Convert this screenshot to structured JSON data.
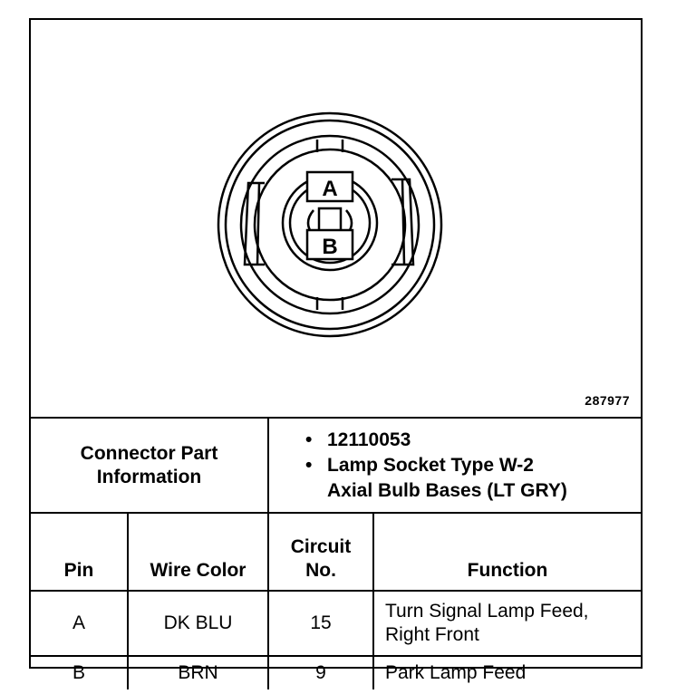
{
  "figure_number": "287977",
  "diagram": {
    "pin_labels": [
      "A",
      "B"
    ]
  },
  "connector_info": {
    "label_line1": "Connector Part",
    "label_line2": "Information",
    "items": [
      {
        "bullet": "•",
        "text": "12110053"
      },
      {
        "bullet": "•",
        "text": "Lamp Socket Type W-2",
        "text2": "Axial Bulb Bases (LT GRY)"
      }
    ]
  },
  "table": {
    "headers": {
      "pin": "Pin",
      "wire_color": "Wire Color",
      "circuit_line1": "Circuit",
      "circuit_line2": "No.",
      "function": "Function"
    },
    "rows": [
      {
        "pin": "A",
        "wire_color": "DK BLU",
        "circuit": "15",
        "function_line1": "Turn Signal Lamp Feed,",
        "function_line2": "Right Front"
      },
      {
        "pin": "B",
        "wire_color": "BRN",
        "circuit": "9",
        "function_line1": "Park Lamp Feed",
        "function_line2": ""
      }
    ]
  }
}
